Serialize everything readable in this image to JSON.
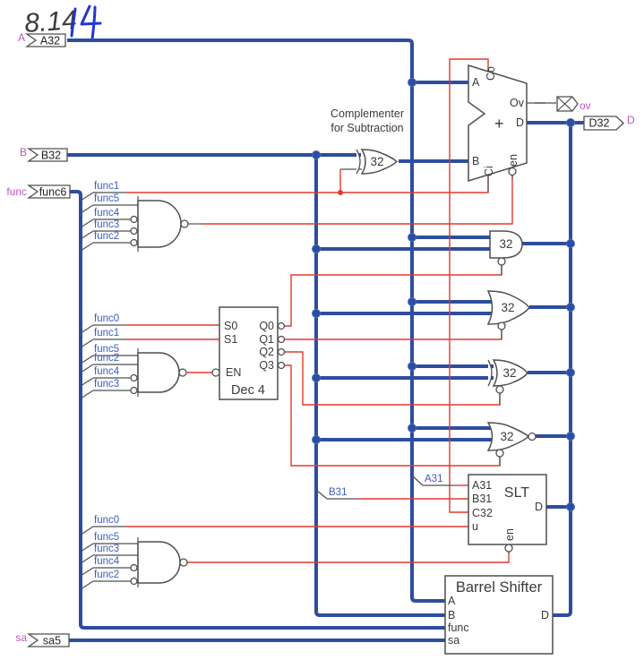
{
  "annotation": "8.14",
  "ports": {
    "a": {
      "name": "A",
      "tag": "A32"
    },
    "b": {
      "name": "B",
      "tag": "B32"
    },
    "func": {
      "name": "func",
      "tag": "func6"
    },
    "sa": {
      "name": "sa",
      "tag": "sa5"
    },
    "d": {
      "name": "D",
      "tag": "D32"
    },
    "ov": {
      "name": "ov"
    }
  },
  "complementer": {
    "caption1": "Complementer",
    "caption2": "for Subtraction",
    "width": "32"
  },
  "adder": {
    "a": "A",
    "b": "B",
    "co": "Co",
    "ci": "Ci",
    "ov": "Ov",
    "d": "D",
    "en": "en",
    "op": "+"
  },
  "gates": {
    "and": "32",
    "or": "32",
    "xor": "32",
    "nor": "32"
  },
  "decoder": {
    "title": "Dec 4",
    "s0": "S0",
    "s1": "S1",
    "en": "EN",
    "q0": "Q0",
    "q1": "Q1",
    "q2": "Q2",
    "q3": "Q3"
  },
  "slt": {
    "title": "SLT",
    "a31": "A31",
    "b31": "B31",
    "c32": "C32",
    "u": "u",
    "en": "en",
    "d": "D"
  },
  "shifter": {
    "title": "Barrel Shifter",
    "a": "A",
    "b": "B",
    "func": "func",
    "sa": "sa",
    "d": "D"
  },
  "taps": {
    "nand1": [
      "func1",
      "func5",
      "func4",
      "func3",
      "func2"
    ],
    "dec": [
      "func0",
      "func1",
      "func5",
      "func2",
      "func4",
      "func3"
    ],
    "nand3": [
      "func0",
      "func5",
      "func3",
      "func4",
      "func2"
    ]
  },
  "nets": {
    "a31": "A31",
    "b31": "B31"
  },
  "colors": {
    "bus": "#2d4d9e",
    "wire": "#e23a2e",
    "net_label": "#3c5bc0",
    "port_label": "#c054c0"
  }
}
